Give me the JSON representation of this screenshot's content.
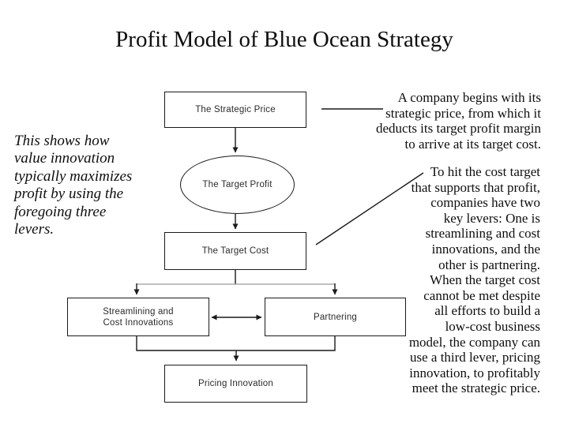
{
  "title": "Profit Model of Blue Ocean Strategy",
  "annotations": {
    "left_note": "This shows how\nvalue innovation\ntypically maximizes\nprofit by using the\nforegoing three\nlevers.",
    "right_note_1": "A company begins with its\nstrategic price, from which it\ndeducts its target profit margin\nto arrive at its target cost.",
    "right_note_2": "To hit the cost target\nthat supports that profit,\ncompanies have two\nkey levers: One is\nstreamlining and cost\ninnovations, and the\nother is partnering.\nWhen the target cost\ncannot be met despite\nall efforts to build a\nlow-cost business\nmodel, the company can\nuse a third lever, pricing\ninnovation, to profitably\nmeet the strategic price."
  },
  "diagram": {
    "nodes": [
      {
        "id": "strategic-price",
        "shape": "rect",
        "label": "The Strategic Price"
      },
      {
        "id": "target-profit",
        "shape": "ellipse",
        "label": "The Target Profit"
      },
      {
        "id": "target-cost",
        "shape": "rect",
        "label": "The Target Cost"
      },
      {
        "id": "streamlining-cost-innovations",
        "shape": "rect",
        "label": "Streamlining and\nCost Innovations"
      },
      {
        "id": "partnering",
        "shape": "rect",
        "label": "Partnering"
      },
      {
        "id": "pricing-innovation",
        "shape": "rect",
        "label": "Pricing Innovation"
      }
    ],
    "connectors": [
      {
        "from": "strategic-price",
        "to": "target-profit",
        "type": "arrow"
      },
      {
        "from": "target-profit",
        "to": "target-cost",
        "type": "arrow"
      },
      {
        "from": "target-cost",
        "to": "streamlining-cost-innovations",
        "type": "arrow"
      },
      {
        "from": "target-cost",
        "to": "partnering",
        "type": "arrow"
      },
      {
        "from": "streamlining-cost-innovations",
        "to": "partnering",
        "type": "double-arrow"
      },
      {
        "from": "streamlining-cost-innovations",
        "to": "pricing-innovation",
        "type": "arrow"
      },
      {
        "from": "partnering",
        "to": "pricing-innovation",
        "type": "arrow"
      },
      {
        "from": "strategic-price",
        "to": "right_note_1",
        "type": "line"
      },
      {
        "from": "target-cost",
        "to": "right_note_2",
        "type": "line"
      }
    ]
  },
  "colors": {
    "background": "#ffffff",
    "stroke": "#1a1a1a",
    "branch_line_gray": "#9b9b9b",
    "text": "#0e0e0e",
    "node_text": "#2b2b2b"
  }
}
